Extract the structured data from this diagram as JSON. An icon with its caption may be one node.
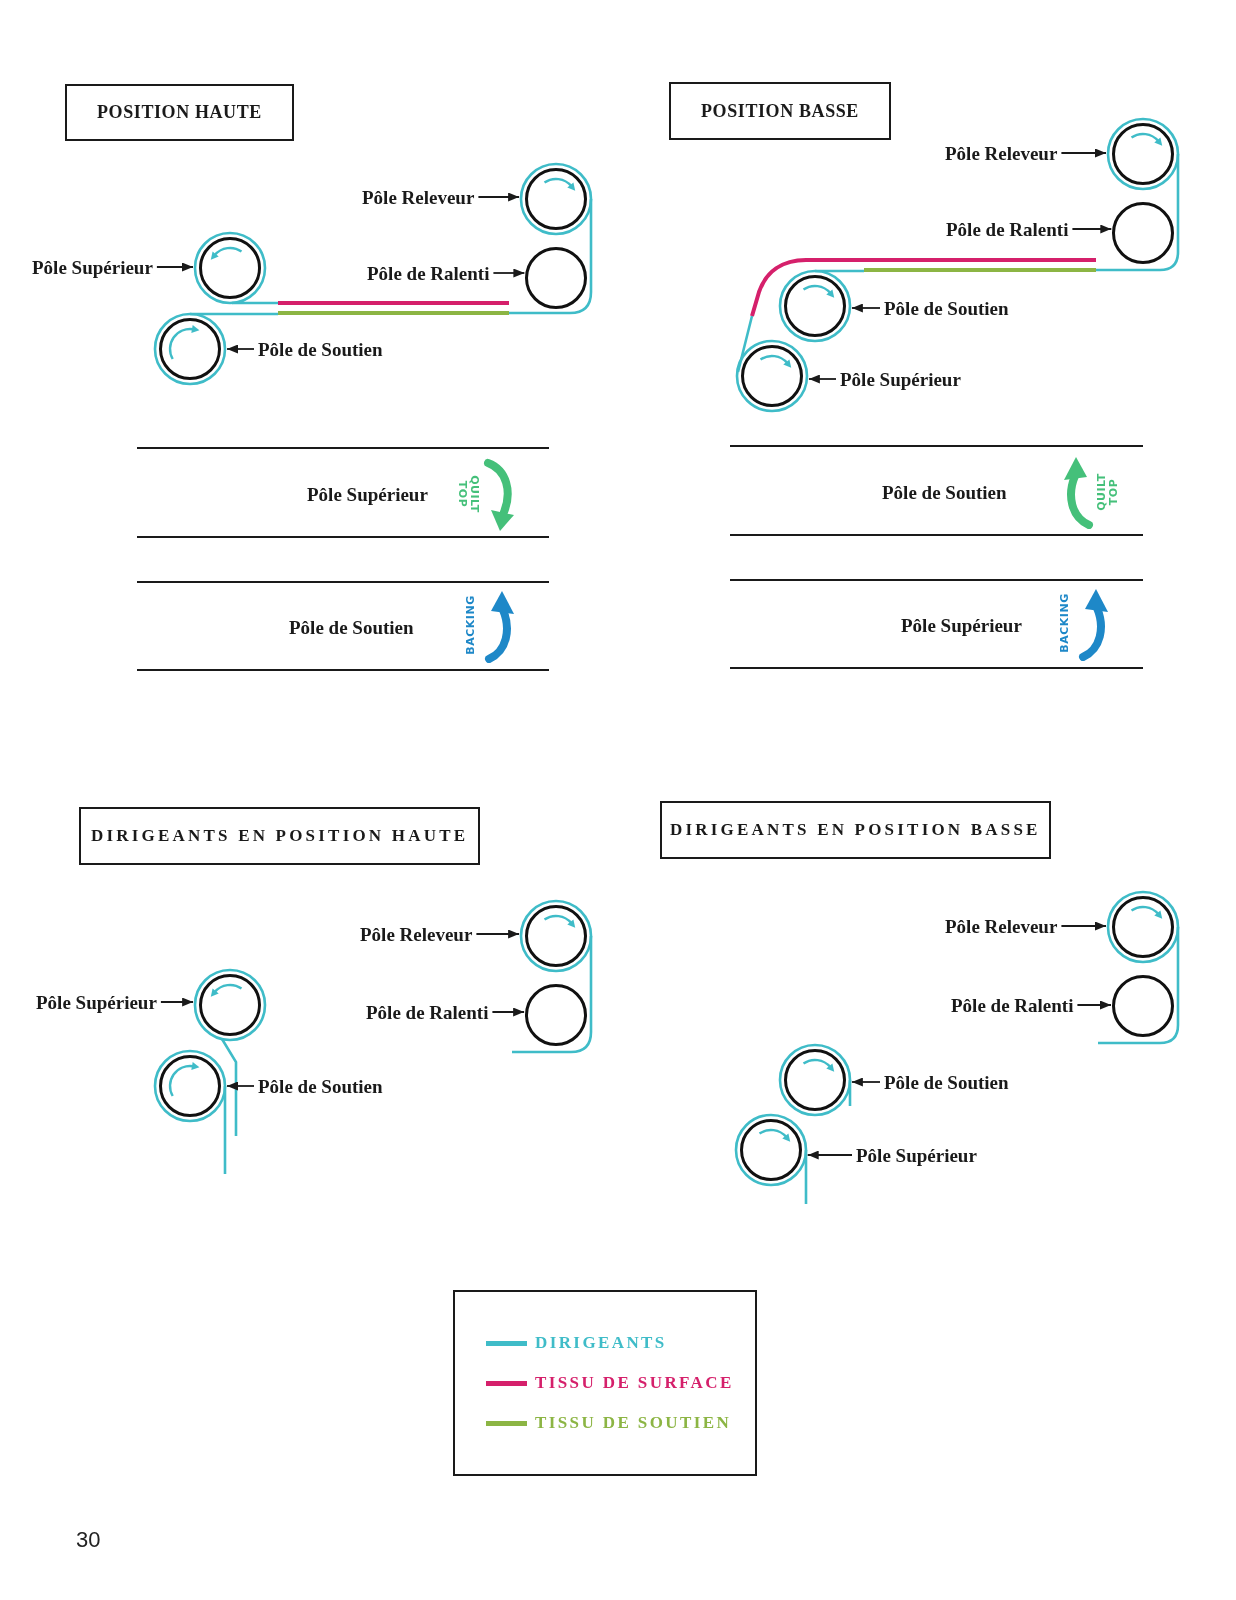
{
  "diagram": {
    "nodes": [
      {
        "text": [
          "POSITION HAUTE"
        ]
      },
      {
        "text": [
          "Pôle Releveur"
        ]
      },
      {
        "text": [],
        "shape": "circle"
      },
      {
        "text": [
          "Pôle Supérieur"
        ]
      },
      {
        "text": [],
        "shape": "circle"
      },
      {
        "text": [
          "Pôle de Ralenti"
        ]
      },
      {
        "text": [],
        "shape": "circle"
      },
      {
        "text": [
          "Pôle de Soutien"
        ]
      },
      {
        "text": [],
        "shape": "circle"
      },
      {
        "text": [
          "POSITION BASSE"
        ]
      },
      {
        "text": [
          "Pôle Releveur"
        ]
      },
      {
        "text": [],
        "shape": "circle"
      },
      {
        "text": [
          "Pôle de Ralenti"
        ]
      },
      {
        "text": [],
        "shape": "circle"
      },
      {
        "text": [
          "Pôle de Soutien"
        ]
      },
      {
        "text": [],
        "shape": "circle"
      },
      {
        "text": [
          "Pôle Supérieur"
        ]
      },
      {
        "text": [],
        "shape": "circle"
      },
      {
        "text": [
          "Pôle Supérieur",
          "QUILT TOP"
        ]
      },
      {
        "text": [
          "Pôle de Soutien",
          "QUILT TOP"
        ]
      },
      {
        "text": [
          "Pôle de Soutien",
          "BACKING"
        ]
      },
      {
        "text": [
          "Pôle Supérieur",
          "BACKING"
        ]
      },
      {
        "text": [
          "DIRIGEANTS EN POSITION HAUTE"
        ]
      },
      {
        "text": [
          "Pôle Releveur"
        ]
      },
      {
        "text": [],
        "shape": "circle"
      },
      {
        "text": [
          "Pôle Supérieur"
        ]
      },
      {
        "text": [],
        "shape": "circle"
      },
      {
        "text": [
          "Pôle de Ralenti"
        ]
      },
      {
        "text": [],
        "shape": "circle"
      },
      {
        "text": [
          "Pôle de Soutien"
        ]
      },
      {
        "text": [],
        "shape": "circle"
      },
      {
        "text": [
          "DIRIGEANTS EN POSITION BASSE"
        ]
      },
      {
        "text": [
          "Pôle Releveur"
        ]
      },
      {
        "text": [],
        "shape": "circle"
      },
      {
        "text": [
          "Pôle de Ralenti"
        ]
      },
      {
        "text": [],
        "shape": "circle"
      },
      {
        "text": [
          "Pôle de Soutien"
        ]
      },
      {
        "text": [],
        "shape": "circle"
      },
      {
        "text": [
          "Pôle Supérieur"
        ]
      },
      {
        "text": [],
        "shape": "circle"
      }
    ],
    "edges": [
      {
        "from": 1,
        "to": 2,
        "arrow": "to"
      },
      {
        "from": 3,
        "to": 4,
        "arrow": "to"
      },
      {
        "from": 5,
        "to": 6,
        "arrow": "to"
      },
      {
        "from": 7,
        "to": 8,
        "arrow": "to"
      },
      {
        "from": 10,
        "to": 11,
        "arrow": "to"
      },
      {
        "from": 12,
        "to": 13,
        "arrow": "to"
      },
      {
        "from": 14,
        "to": 15,
        "arrow": "to"
      },
      {
        "from": 16,
        "to": 17,
        "arrow": "to"
      },
      {
        "from": 23,
        "to": 24,
        "arrow": "to"
      },
      {
        "from": 25,
        "to": 26,
        "arrow": "to"
      },
      {
        "from": 27,
        "to": 28,
        "arrow": "to"
      },
      {
        "from": 29,
        "to": 30,
        "arrow": "to"
      },
      {
        "from": 32,
        "to": 33,
        "arrow": "to"
      },
      {
        "from": 34,
        "to": 35,
        "arrow": "to"
      },
      {
        "from": 36,
        "to": 37,
        "arrow": "to"
      },
      {
        "from": 38,
        "to": 39,
        "arrow": "to"
      }
    ],
    "labels": [
      "30"
    ],
    "legend": [
      {
        "text": "DIRIGEANTS",
        "color": "#3fbcc8"
      },
      {
        "text": "TISSU DE SURFACE",
        "color": "#d5206b"
      },
      {
        "text": "TISSU DE SOUTIEN",
        "color": "#8cb544"
      }
    ]
  }
}
